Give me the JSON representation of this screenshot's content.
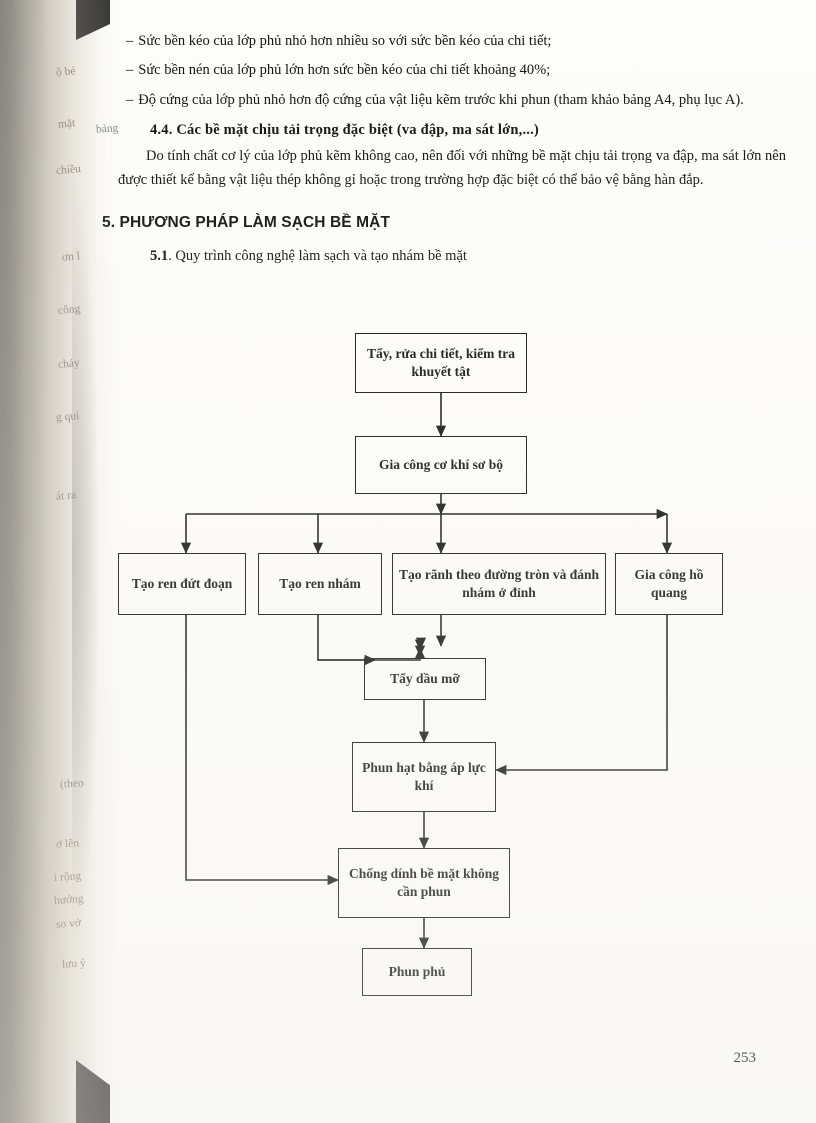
{
  "page": {
    "number": "253"
  },
  "body": {
    "bullets": [
      "Sức bền kéo của lớp phủ nhỏ hơn nhiều so với sức bền kéo của chi tiết;",
      "Sức bền nén của lớp phủ lớn hơn sức bền kéo của chi tiết khoảng 40%;",
      "Độ cứng của lớp phủ nhỏ hơn độ cứng của vật liệu kẽm trước khi phun (tham khảo bảng A4, phụ lục A)."
    ],
    "dash": "–",
    "heading_44": "4.4. Các bề mặt chịu tải trọng đặc biệt (va đập, ma sát lớn,...)",
    "para_44": "Do tính chất cơ lý của lớp phủ kẽm không cao, nên đối với những bề mặt chịu tải trọng va đập, ma sát lớn nên được thiết kế bằng vật liệu thép không gỉ hoặc trong trường hợp đặc biệt có thể bảo vệ bằng hàn đắp.",
    "heading_5": "5. PHƯƠNG PHÁP LÀM SẠCH BỀ MẶT",
    "heading_51_num": "5.1",
    "heading_51_text": ". Quy trình công nghệ làm sạch và tạo nhám bề mặt"
  },
  "flowchart": {
    "type": "diagram",
    "nodes": [
      {
        "id": "n1",
        "label": "Tẩy, rửa chi tiết, kiểm tra khuyết tật"
      },
      {
        "id": "n2",
        "label": "Gia công cơ khí sơ bộ"
      },
      {
        "id": "n3",
        "label": "Tạo ren đứt đoạn"
      },
      {
        "id": "n4",
        "label": "Tạo ren nhám"
      },
      {
        "id": "n5",
        "label": "Tạo rãnh theo đường tròn và đánh nhám ở đỉnh"
      },
      {
        "id": "n6",
        "label": "Gia công hồ quang"
      },
      {
        "id": "n7",
        "label": "Tẩy dầu mỡ"
      },
      {
        "id": "n8",
        "label": "Phun hạt bằng áp lực khí"
      },
      {
        "id": "n9",
        "label": "Chống dính bề mặt không cần phun"
      },
      {
        "id": "n10",
        "label": "Phun phủ"
      }
    ],
    "edges": [
      {
        "from": "n1",
        "to": "n2"
      },
      {
        "from": "n2",
        "to": "n3"
      },
      {
        "from": "n2",
        "to": "n4"
      },
      {
        "from": "n2",
        "to": "n5"
      },
      {
        "from": "n2",
        "to": "n6"
      },
      {
        "from": "n4",
        "to": "n7"
      },
      {
        "from": "n5",
        "to": "n7"
      },
      {
        "from": "n7",
        "to": "n8"
      },
      {
        "from": "n6",
        "to": "n8"
      },
      {
        "from": "n8",
        "to": "n9"
      },
      {
        "from": "n3",
        "to": "n9"
      },
      {
        "from": "n9",
        "to": "n10"
      }
    ]
  },
  "margin_bleed": [
    "ộ bé",
    "mặt",
    "bảng",
    "chiều",
    "ơn l",
    "công",
    "cháy",
    "g qui",
    "át ra",
    "(theo",
    "ở lên",
    "i rộng",
    "hướng",
    "so vớ",
    "lưu ý"
  ]
}
